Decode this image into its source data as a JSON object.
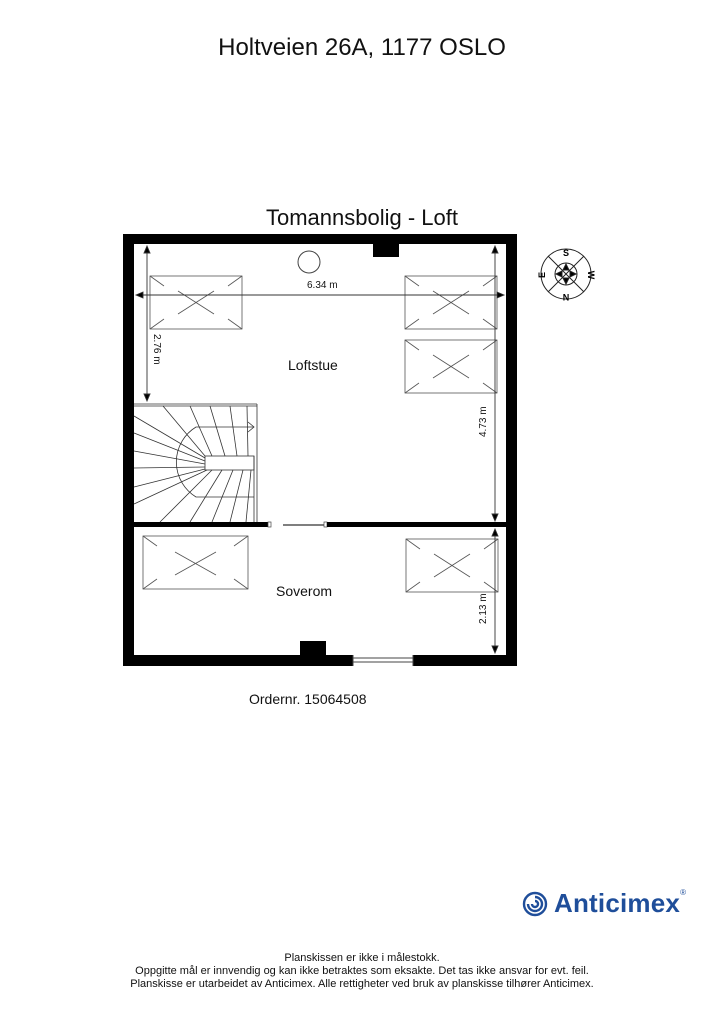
{
  "header": {
    "address": "Holtveien 26A, 1177 OSLO",
    "plan_title": "Tomannsbolig  - Loft"
  },
  "rooms": [
    {
      "name": "Loftstue"
    },
    {
      "name": "Soverom"
    }
  ],
  "dimensions": {
    "width_loftstue": "6.34 m",
    "depth_left": "2.76 m",
    "depth_right_loftstue": "4.73 m",
    "depth_soverom": "2.13 m"
  },
  "compass": {
    "labels": [
      "S",
      "W",
      "N",
      "E"
    ]
  },
  "order": {
    "label": "Ordernr. 15064508"
  },
  "brand": {
    "name": "Anticimex",
    "registered": "®",
    "color": "#1f4e9a"
  },
  "disclaimer": {
    "line1": "Planskissen er ikke i målestokk.",
    "line2": "Oppgitte mål er innvendig og kan ikke betraktes som eksakte. Det tas ikke ansvar for evt. feil.",
    "line3": "Planskisse er utarbeidet av Anticimex. Alle rettigheter ved bruk av planskisse tilhører Anticimex."
  }
}
